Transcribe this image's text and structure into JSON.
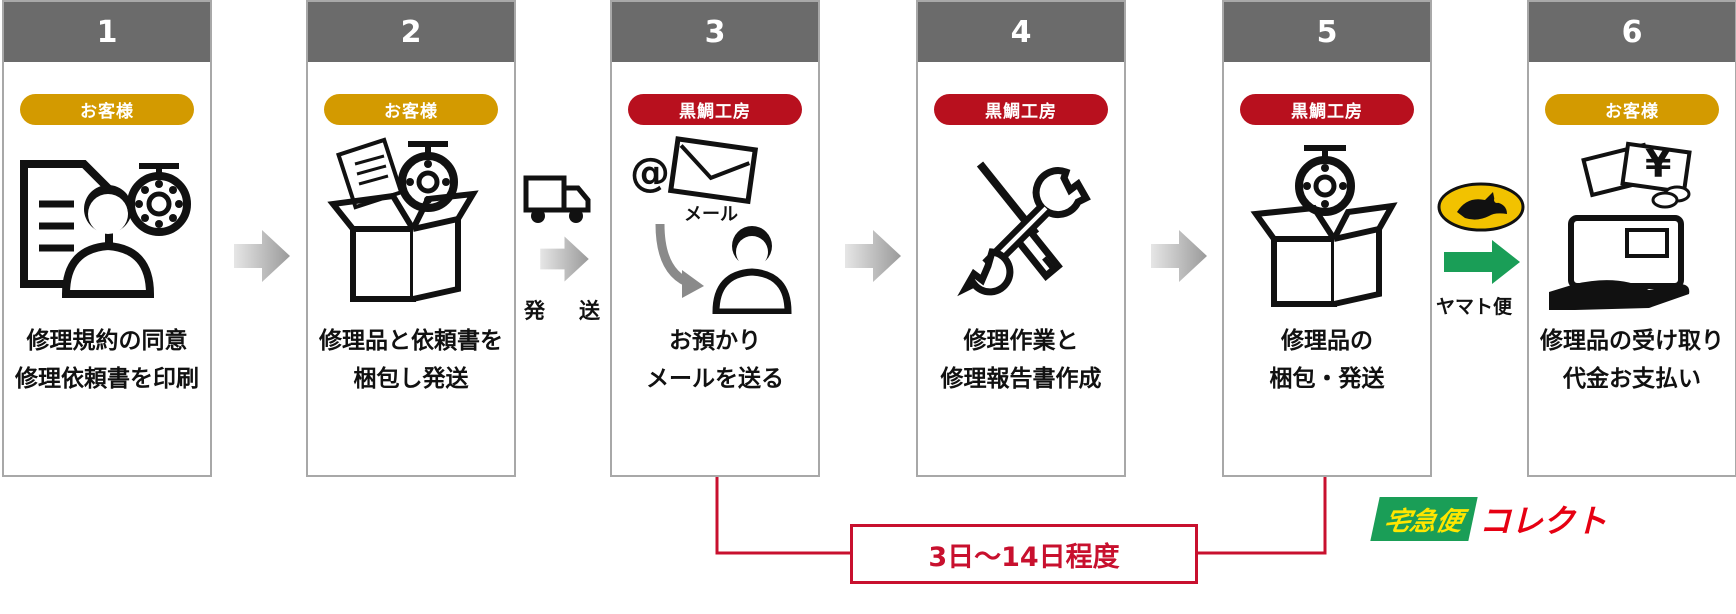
{
  "colors": {
    "header_bg": "#6b6b6b",
    "border": "#a8a8a8",
    "customer_badge": "#d39a00",
    "workshop_badge": "#b8101e",
    "arrow_gray": "#9a9a9a",
    "arrow_green": "#1a9e57",
    "accent_red": "#c8102e"
  },
  "steps": [
    {
      "number": "1",
      "actor": "お客様",
      "caption_lines": [
        "修理規約の同意",
        "修理依頼書を印刷"
      ],
      "icon": "document-person-reel-icon"
    },
    {
      "number": "2",
      "actor": "お客様",
      "caption_lines": [
        "修理品と依頼書を",
        "梱包し発送"
      ],
      "icon": "box-documents-reel-icon"
    },
    {
      "number": "3",
      "actor": "黒鯛工房",
      "caption_lines": [
        "お預かり",
        "メールを送る"
      ],
      "icon": "mail-person-icon",
      "icon_text": "メール"
    },
    {
      "number": "4",
      "actor": "黒鯛工房",
      "caption_lines": [
        "修理作業と",
        "修理報告書作成"
      ],
      "icon": "wrench-screwdriver-icon"
    },
    {
      "number": "5",
      "actor": "黒鯛工房",
      "caption_lines": [
        "修理品の",
        "梱包・発送"
      ],
      "icon": "box-reel-icon"
    },
    {
      "number": "6",
      "actor": "お客様",
      "caption_lines": [
        "修理品の受け取り",
        "代金お支払い"
      ],
      "icon": "payment-hand-icon",
      "icon_text": "¥"
    }
  ],
  "transit": {
    "ship_label_1": "発",
    "ship_label_2": "送",
    "yamato_label": "ヤマト便"
  },
  "duration_label": "3日〜14日程度",
  "collect_logo": {
    "part1": "宅急便",
    "part2": "コレクト"
  }
}
